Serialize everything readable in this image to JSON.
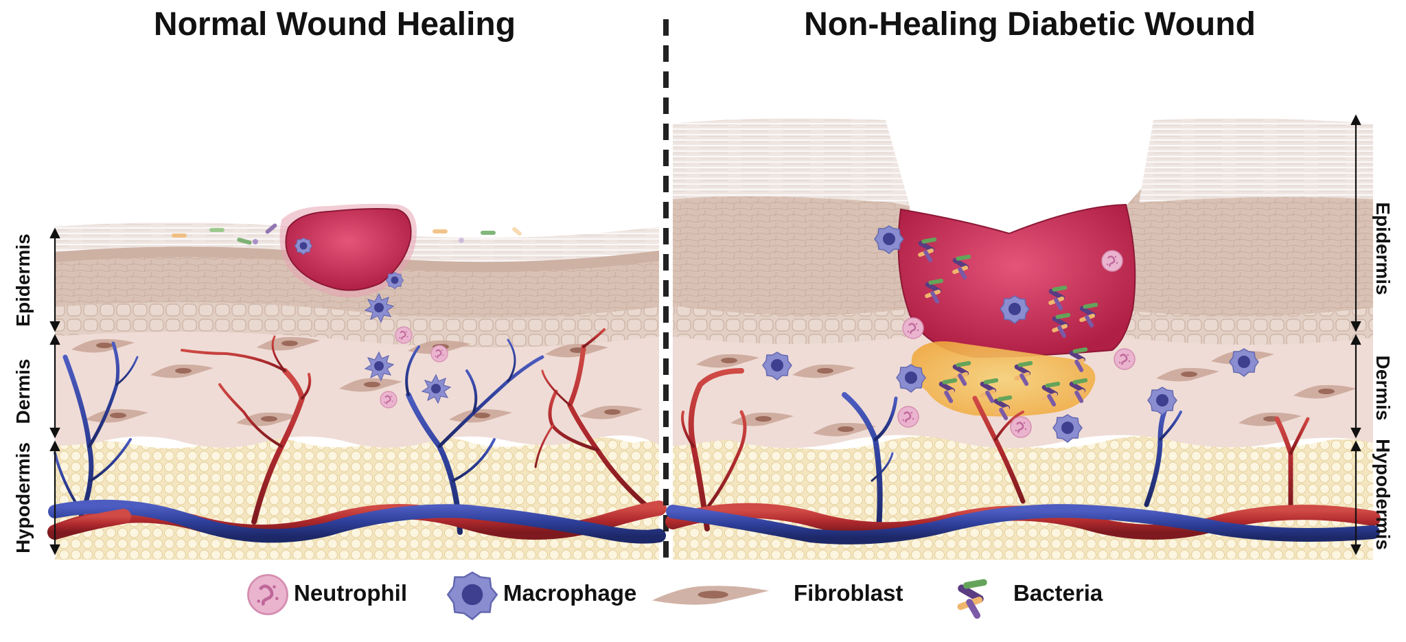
{
  "titles": {
    "left": "Normal Wound Healing",
    "right": "Non-Healing Diabetic Wound"
  },
  "layers": {
    "epidermis": "Epidermis",
    "dermis": "Dermis",
    "hypodermis": "Hypodermis"
  },
  "legend": {
    "neutrophil": "Neutrophil",
    "macrophage": "Macrophage",
    "fibroblast": "Fibroblast",
    "bacteria": "Bacteria"
  },
  "colors": {
    "stratum": "#ece2de",
    "epidermis": "#d8c0b3",
    "dermis": "#efdcd6",
    "hypodermis": "#f4e8c6",
    "fat_cell": "#fbf3dc",
    "artery": "#b02a2e",
    "vein": "#2e3f9a",
    "clot": "#c2264f",
    "neutrophil": "#e9a9c9",
    "macrophage": "#7f83c9",
    "fibroblast": "#a87562",
    "bacteria_purple": "#5a3c82",
    "bacteria_green": "#64a45a",
    "bacteria_orange": "#f0b66e",
    "biofilm": "#f3c35c"
  }
}
